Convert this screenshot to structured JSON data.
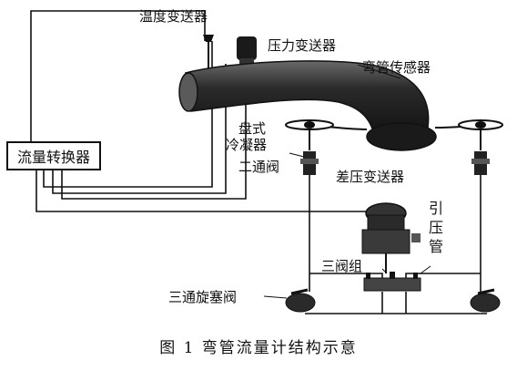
{
  "labels": {
    "temp_transmitter": "温度变送器",
    "pressure_transmitter": "压力变送器",
    "elbow_sensor": "弯管传感器",
    "coil_condenser_line1": "盘式",
    "coil_condenser_line2": "冷凝器",
    "two_way_valve": "二通阀",
    "diff_pressure_transmitter": "差压变送器",
    "impulse_tube": "引压管",
    "three_valve_group": "三阀组",
    "three_way_plug_valve": "三通旋塞阀",
    "flow_converter": "流量转换器"
  },
  "caption": "图 1   弯管流量计结构示意",
  "colors": {
    "ink": "#111111",
    "background": "#ffffff"
  }
}
